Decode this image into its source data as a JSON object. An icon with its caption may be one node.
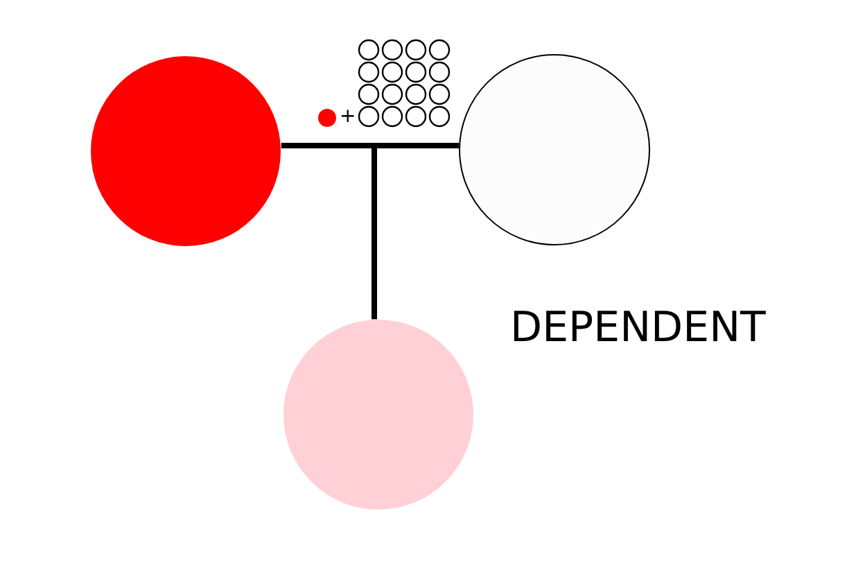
{
  "diagram": {
    "nodes": [
      {
        "text": [],
        "shape": "circle"
      },
      {
        "text": [],
        "shape": "circle"
      },
      {
        "text": [],
        "shape": "circle"
      }
    ],
    "edges": [
      {
        "from": 0,
        "to": 2,
        "arrow": "none"
      },
      {
        "from": 1,
        "to": 2,
        "arrow": "none"
      }
    ],
    "labels": [
      "+",
      "DEPENDENT"
    ]
  }
}
